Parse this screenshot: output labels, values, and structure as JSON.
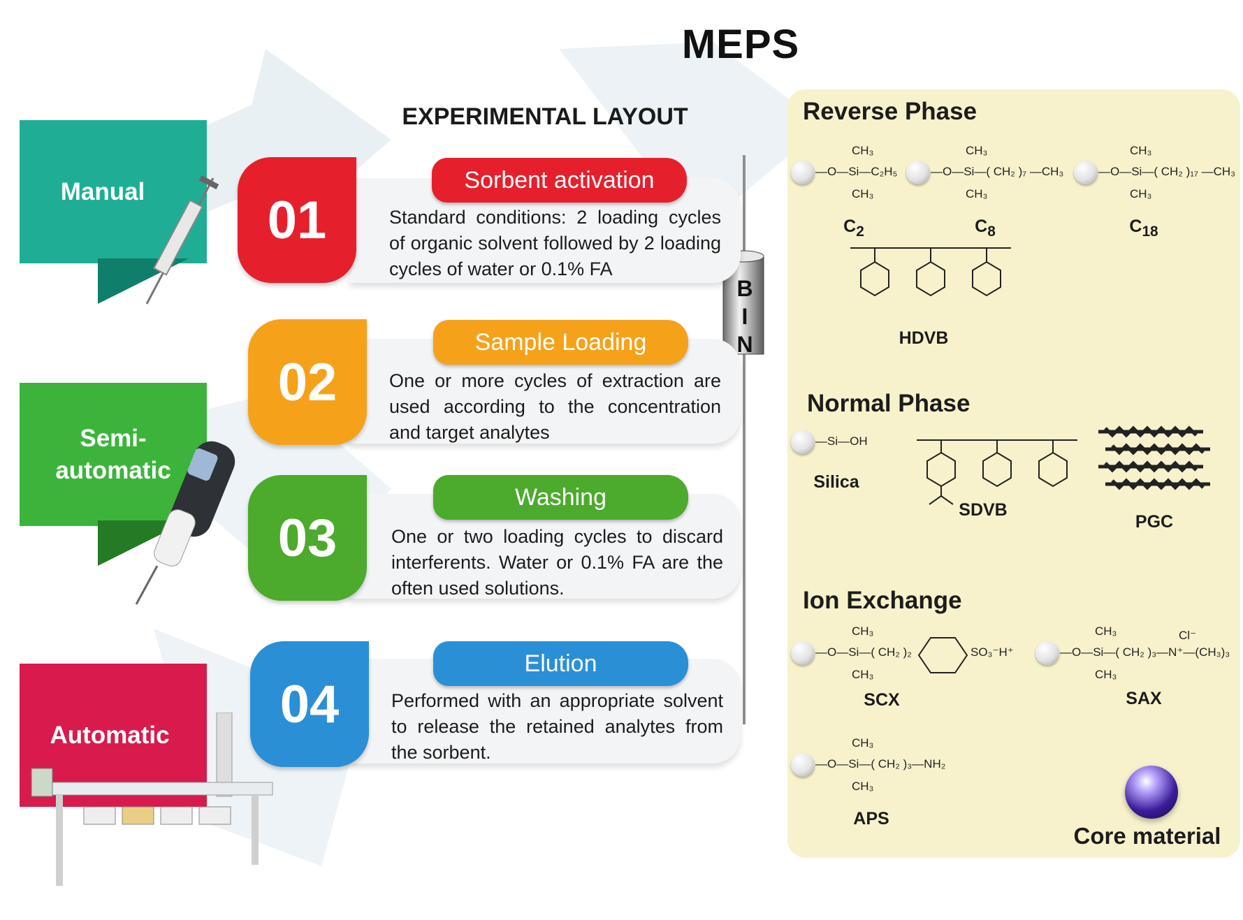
{
  "title": "MEPS",
  "subtitle": "EXPERIMENTAL LAYOUT",
  "modes": [
    {
      "label": "Manual",
      "color": "#1fae95"
    },
    {
      "label": "Semi-\nautomatic",
      "color": "#3cb43c"
    },
    {
      "label": "Automatic",
      "color": "#d81b4c"
    }
  ],
  "steps": [
    {
      "num": "01",
      "name": "Sorbent activation",
      "color": "#e5202c",
      "text": "Standard conditions: 2 loading cycles of organic solvent followed by 2 loading  cycles of water or 0.1% FA"
    },
    {
      "num": "02",
      "name": "Sample Loading",
      "color": "#f5a21a",
      "text": "One or more cycles of extraction are used according to the concentration and target analytes"
    },
    {
      "num": "03",
      "name": "Washing",
      "color": "#4caa2c",
      "text": "One or two loading cycles to discard interferents. Water or 0.1% FA are the often used solutions."
    },
    {
      "num": "04",
      "name": "Elution",
      "color": "#2b8fd6",
      "text": "Performed with an appropriate solvent to release the retained analytes from the sorbent."
    }
  ],
  "bin": {
    "letters": [
      "B",
      "I",
      "N"
    ]
  },
  "panel": {
    "reverse_title": "Reverse Phase",
    "reverse": [
      {
        "label": "C",
        "sub": "2",
        "formula": "—O—Si—C₂H₅"
      },
      {
        "label": "C",
        "sub": "8",
        "formula": "—O—Si—( CH₂ )₇ —CH₃"
      },
      {
        "label": "C",
        "sub": "18",
        "formula": "—O—Si—( CH₂ )₁₇ —CH₃"
      }
    ],
    "ch3": "CH₃",
    "hdvb": "HDVB",
    "normal_title": "Normal Phase",
    "silica_formula": "—Si—OH",
    "silica": "Silica",
    "sdvb": "SDVB",
    "pgc": "PGC",
    "ion_title": "Ion Exchange",
    "scx_formula": "—O—Si—( CH₂ )₂",
    "scx_tail": "SO₃⁻H⁺",
    "scx": "SCX",
    "sax_formula": "—O—Si—( CH₂ )₃—N⁺—(CH₃)₃",
    "sax_cl": "Cl⁻",
    "sax": "SAX",
    "aps_formula": "—O—Si—( CH₂ )₃—NH₂",
    "aps": "APS",
    "core": "Core material"
  }
}
